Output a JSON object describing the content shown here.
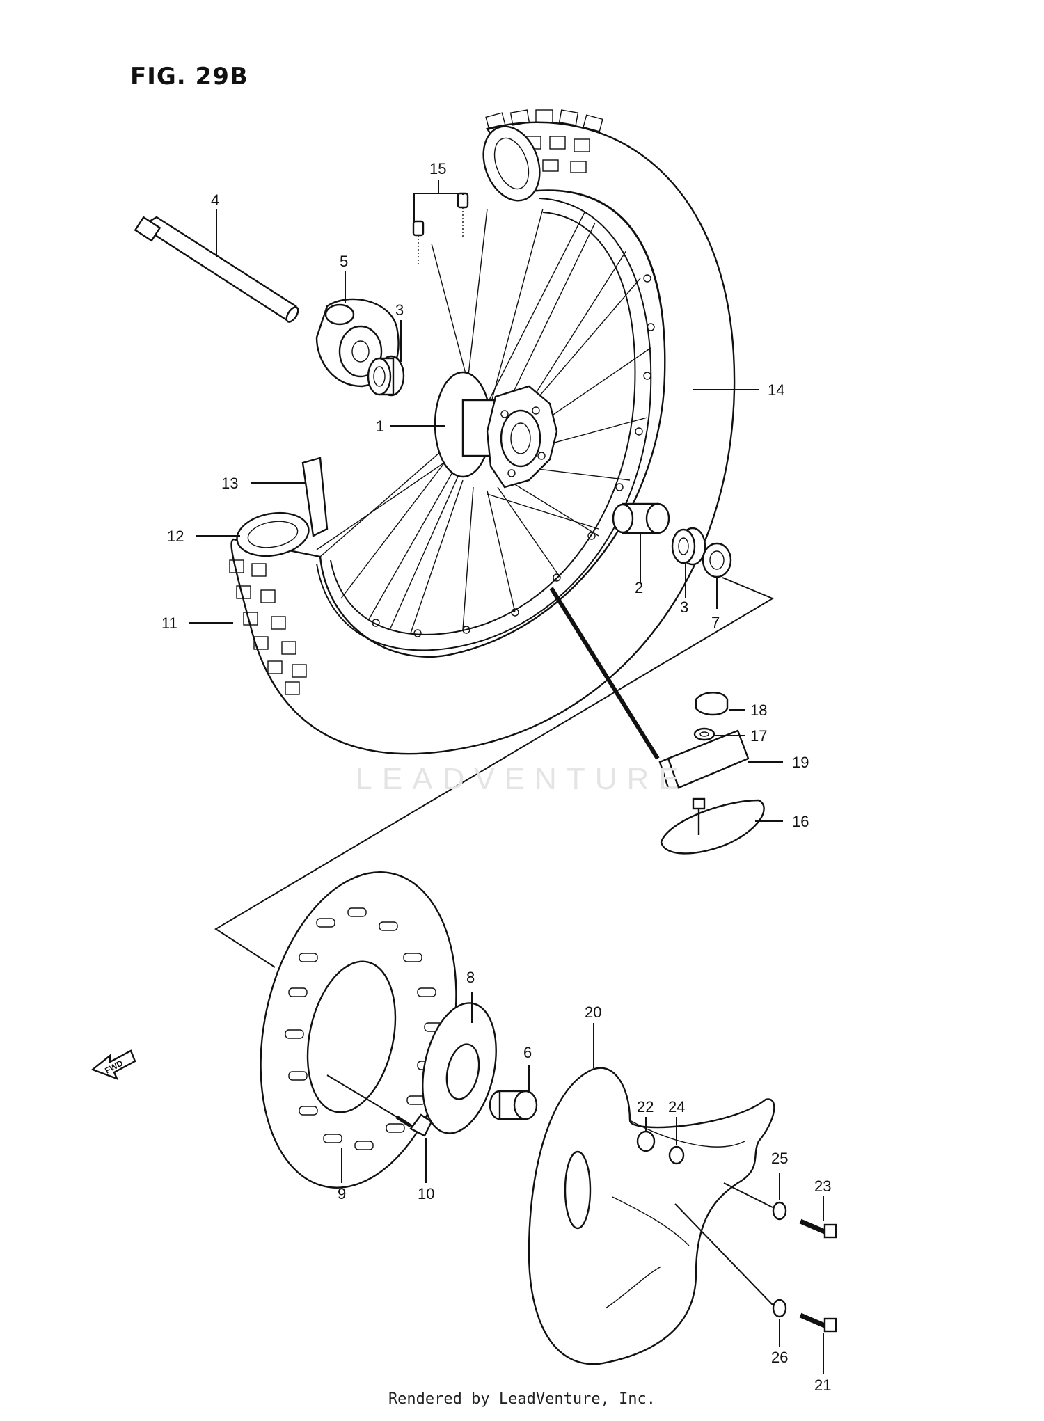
{
  "figure": {
    "title": "FIG. 29B"
  },
  "watermark": "LEADVENTURE",
  "footer": "Rendered by LeadVenture, Inc.",
  "fwd_label": "FWD",
  "callouts": [
    {
      "id": "4",
      "label": "4"
    },
    {
      "id": "5",
      "label": "5"
    },
    {
      "id": "3a",
      "label": "3"
    },
    {
      "id": "15",
      "label": "15"
    },
    {
      "id": "1",
      "label": "1"
    },
    {
      "id": "14",
      "label": "14"
    },
    {
      "id": "13",
      "label": "13"
    },
    {
      "id": "12",
      "label": "12"
    },
    {
      "id": "11",
      "label": "11"
    },
    {
      "id": "2",
      "label": "2"
    },
    {
      "id": "3b",
      "label": "3"
    },
    {
      "id": "7",
      "label": "7"
    },
    {
      "id": "18",
      "label": "18"
    },
    {
      "id": "17",
      "label": "17"
    },
    {
      "id": "19",
      "label": "19"
    },
    {
      "id": "16",
      "label": "16"
    },
    {
      "id": "8",
      "label": "8"
    },
    {
      "id": "6",
      "label": "6"
    },
    {
      "id": "20",
      "label": "20"
    },
    {
      "id": "22",
      "label": "22"
    },
    {
      "id": "24",
      "label": "24"
    },
    {
      "id": "25",
      "label": "25"
    },
    {
      "id": "23",
      "label": "23"
    },
    {
      "id": "9",
      "label": "9"
    },
    {
      "id": "10",
      "label": "10"
    },
    {
      "id": "26",
      "label": "26"
    },
    {
      "id": "21",
      "label": "21"
    }
  ]
}
